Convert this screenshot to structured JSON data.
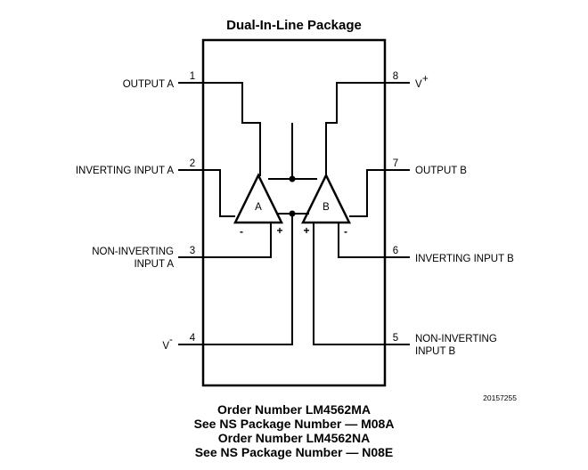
{
  "title": "Dual-In-Line Package",
  "pins": [
    {
      "num": "1",
      "label": "OUTPUT A"
    },
    {
      "num": "2",
      "label": "INVERTING INPUT A"
    },
    {
      "num": "3",
      "label_line1": "NON-INVERTING",
      "label_line2": "INPUT A"
    },
    {
      "num": "4",
      "label": "V",
      "sup": "-"
    },
    {
      "num": "5",
      "label_line1": "NON-INVERTING",
      "label_line2": "INPUT B"
    },
    {
      "num": "6",
      "label": "INVERTING INPUT B"
    },
    {
      "num": "7",
      "label": "OUTPUT B"
    },
    {
      "num": "8",
      "label": "V",
      "sup": "+"
    }
  ],
  "amplifiers": [
    {
      "name": "A",
      "minus": "-",
      "plus": "+"
    },
    {
      "name": "B",
      "minus": "-",
      "plus": "+"
    }
  ],
  "figure_number": "20157255",
  "order_info": [
    "Order Number LM4562MA",
    "See NS Package Number — M08A",
    "Order Number LM4562NA",
    "See NS Package Number — N08E"
  ]
}
